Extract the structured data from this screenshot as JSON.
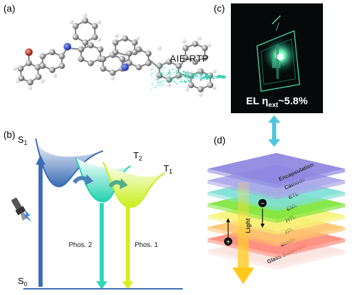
{
  "panels": {
    "a": "(a)",
    "b": "(b)",
    "c": "(c)",
    "d": "(d)"
  },
  "molecule": {
    "arrow_label": "AIE-RTP"
  },
  "photo": {
    "caption_prefix": "EL η",
    "caption_subscript": "ext",
    "caption_suffix": "~5.8%"
  },
  "energy": {
    "s1_main": "S",
    "s1_sub": "1",
    "t2_main": "T",
    "t2_sub": "2",
    "t1_main": "T",
    "t1_sub": "1",
    "s0_main": "S",
    "s0_sub": "0",
    "phos2": "Phos. 2",
    "phos1": "Phos. 1"
  },
  "device": {
    "layers": [
      "Encapsulation",
      "Cathode",
      "ETL",
      "EML",
      "HTL",
      "HIL",
      "anode",
      "Glass Substrate"
    ],
    "light_label": "Light",
    "electron_symbol": "−",
    "hole_symbol": "+"
  },
  "colors": {
    "blue": "#3b6cb5",
    "cyan": "#2fd6b8",
    "yellow_green": "#d6f01c",
    "layer_encapsulation": "#8e86e0",
    "layer_cathode": "#a9a6ea",
    "layer_etl": "#7fe0d6",
    "layer_eml": "#7ee53c",
    "layer_htl": "#f6f37a",
    "layer_hil": "#ffc46e",
    "layer_anode": "#ff8a7a",
    "layer_glass": "#fbe2de"
  }
}
